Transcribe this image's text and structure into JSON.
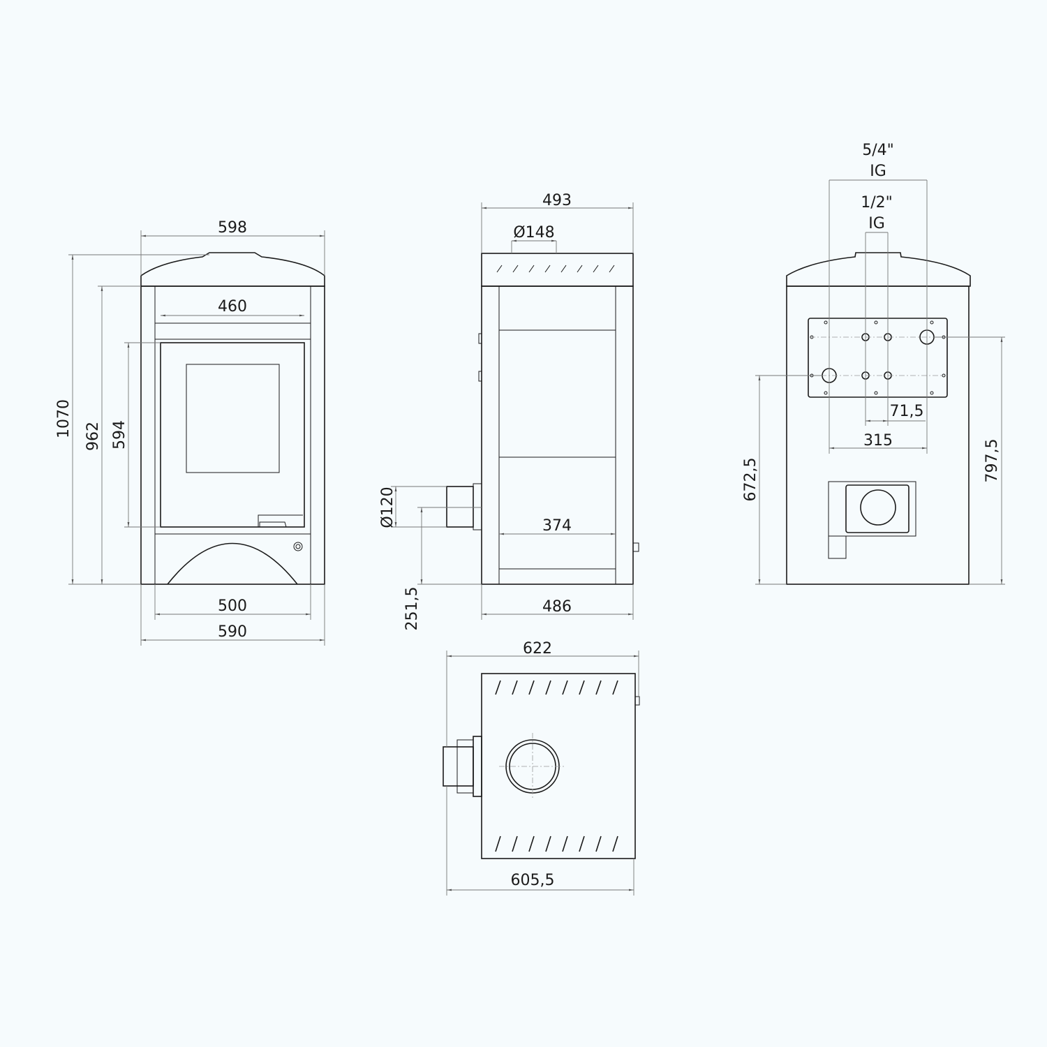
{
  "front_view": {
    "width_top": "598",
    "door_width": "460",
    "height_total": "1070",
    "height_body": "962",
    "door_height": "594",
    "base_inner_width": "500",
    "base_width": "590"
  },
  "side_view": {
    "depth_top": "493",
    "flue_diameter": "Ø148",
    "rear_flue_diameter": "Ø120",
    "inner_depth": "374",
    "rear_flue_height": "251,5",
    "depth_base": "486"
  },
  "back_view": {
    "conn_large": "5/4\"",
    "conn_large_type": "IG",
    "conn_small": "1/2\"",
    "conn_small_type": "IG",
    "small_spacing": "71,5",
    "large_spacing": "315",
    "lower_conn_height": "672,5",
    "upper_conn_height": "797,5"
  },
  "top_view": {
    "width_outer": "622",
    "width_body": "605,5"
  }
}
